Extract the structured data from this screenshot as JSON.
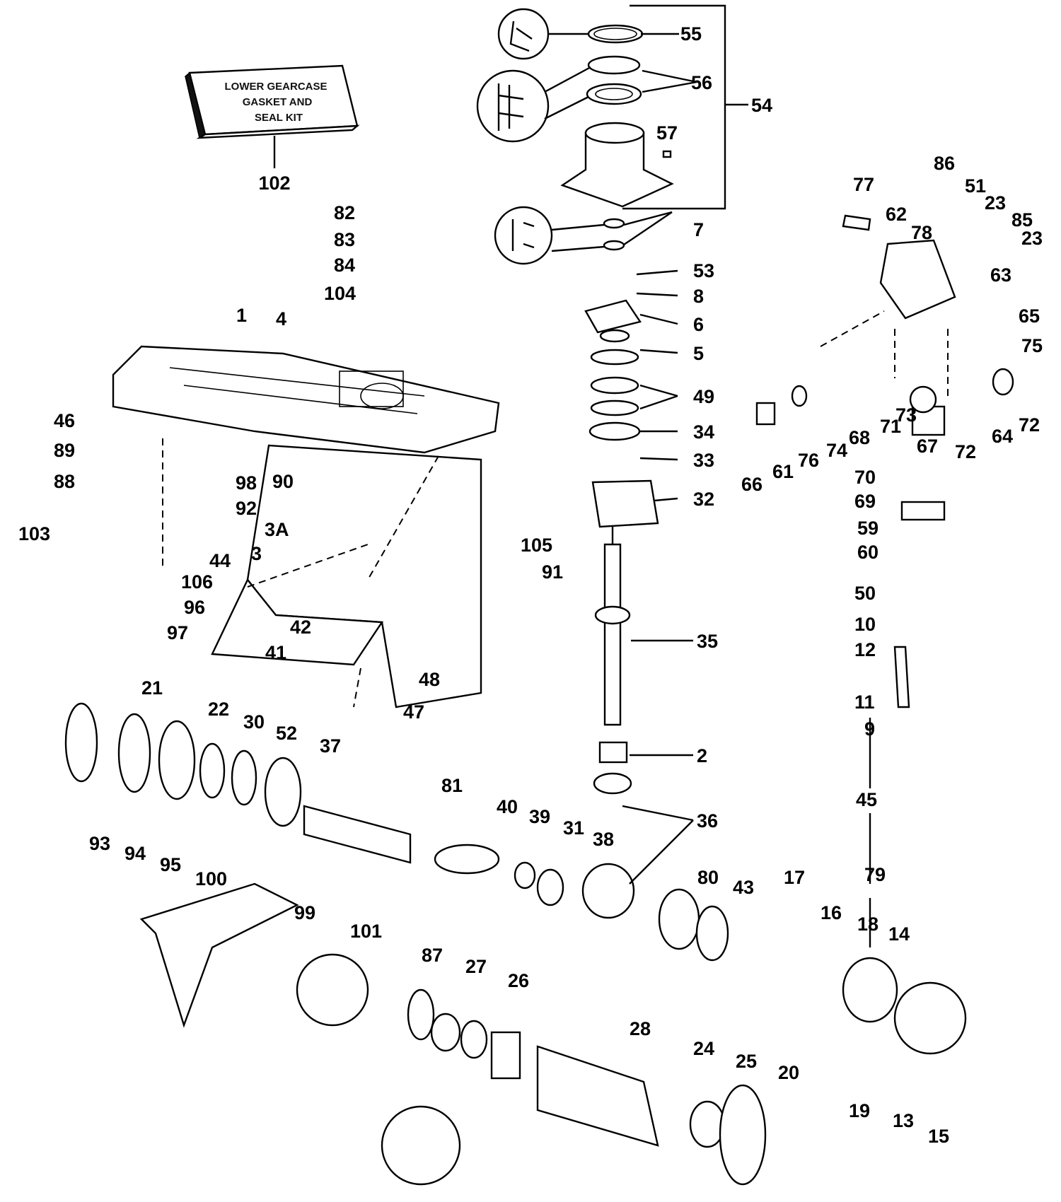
{
  "kit_box": {
    "label_lines": [
      "LOWER GEARCASE",
      "GASKET AND",
      "SEAL KIT"
    ]
  },
  "callouts": [
    "1",
    "2",
    "3",
    "3A",
    "4",
    "5",
    "6",
    "7",
    "8",
    "9",
    "10",
    "11",
    "12",
    "13",
    "14",
    "15",
    "16",
    "17",
    "18",
    "19",
    "20",
    "21",
    "22",
    "23",
    "23",
    "24",
    "25",
    "26",
    "27",
    "28",
    "30",
    "31",
    "32",
    "33",
    "34",
    "35",
    "36",
    "37",
    "38",
    "39",
    "40",
    "41",
    "42",
    "43",
    "44",
    "45",
    "46",
    "47",
    "48",
    "49",
    "50",
    "51",
    "52",
    "53",
    "54",
    "55",
    "56",
    "57",
    "59",
    "60",
    "61",
    "62",
    "63",
    "64",
    "65",
    "66",
    "67",
    "68",
    "69",
    "70",
    "71",
    "72",
    "72",
    "73",
    "74",
    "75",
    "76",
    "77",
    "78",
    "79",
    "80",
    "81",
    "82",
    "83",
    "84",
    "85",
    "86",
    "87",
    "88",
    "89",
    "90",
    "91",
    "92",
    "93",
    "94",
    "95",
    "96",
    "97",
    "98",
    "99",
    "100",
    "101",
    "102",
    "103",
    "104",
    "105",
    "106"
  ]
}
